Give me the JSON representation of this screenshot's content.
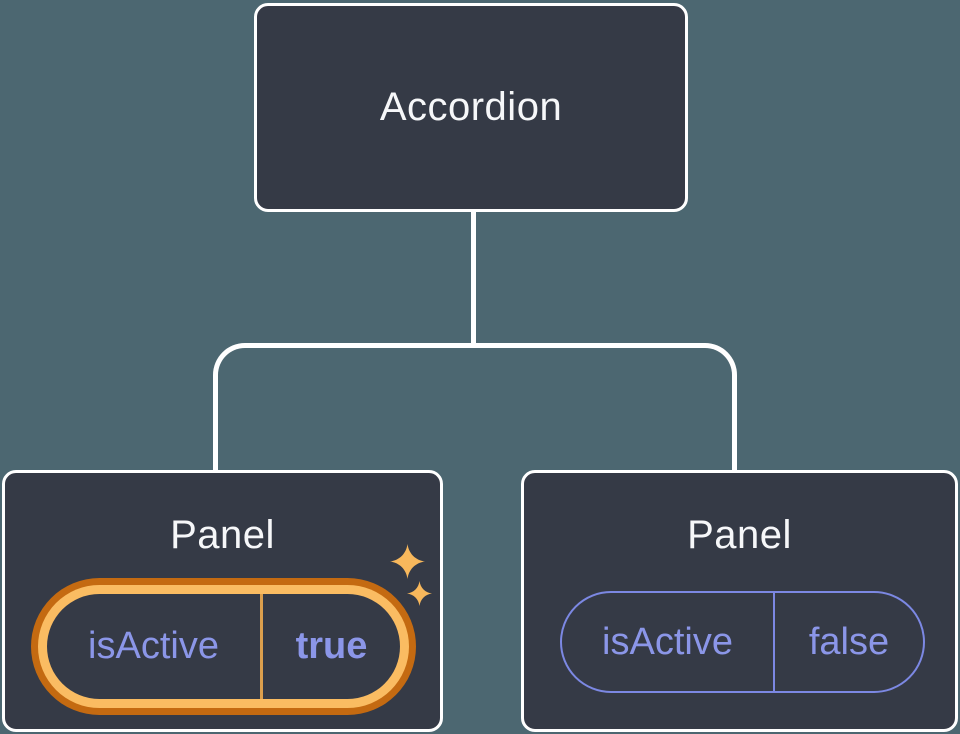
{
  "diagram": {
    "root": {
      "label": "Accordion"
    },
    "children": [
      {
        "label": "Panel",
        "prop_name": "isActive",
        "prop_value": "true",
        "highlighted": true
      },
      {
        "label": "Panel",
        "prop_name": "isActive",
        "prop_value": "false",
        "highlighted": false
      }
    ]
  },
  "icons": {
    "sparkle_large": "sparkle-icon",
    "sparkle_small": "sparkle-icon"
  },
  "colors": {
    "background": "#4c6771",
    "node_fill": "#353a46",
    "node_border": "#ffffff",
    "title_text": "#f6f7f9",
    "prop_text": "#8b96e8",
    "pill_border_inactive": "#7c88e3",
    "highlight_ring_outer": "#c46a11",
    "highlight_ring_inner": "#fabc62",
    "highlight_divider": "#dc9f4d",
    "sparkle": "#f8b85c"
  }
}
